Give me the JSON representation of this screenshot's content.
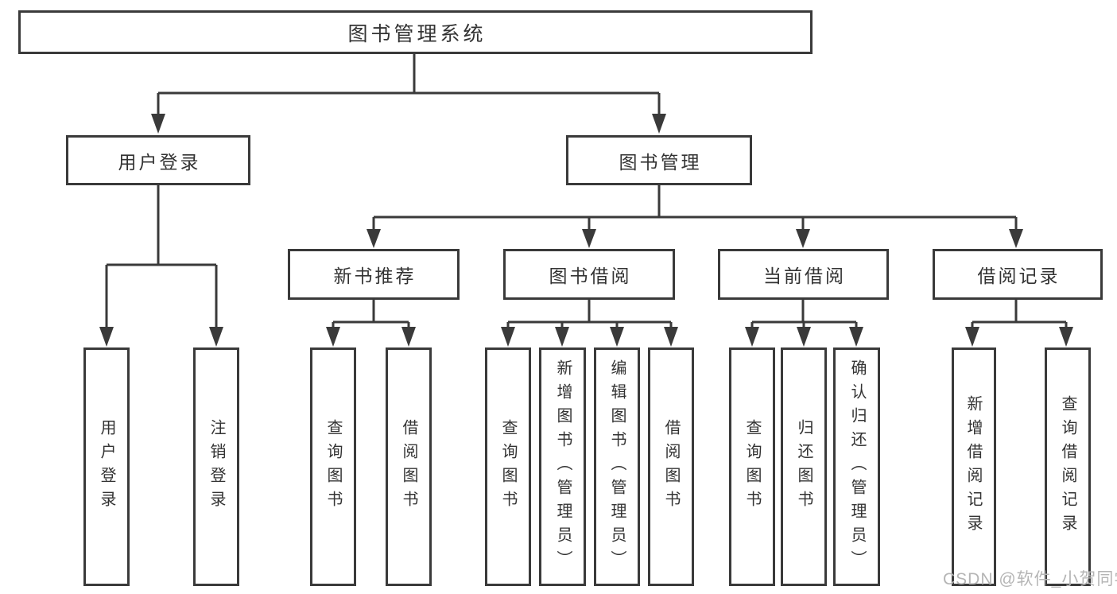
{
  "colors": {
    "line": "#3a3a3a",
    "text": "#333333",
    "background": "#ffffff",
    "watermark_color": "#b5b5b5"
  },
  "watermark": "CSDN @软件_小贺同学",
  "tree": {
    "root": {
      "label": "图书管理系统",
      "children": [
        {
          "label": "用户登录",
          "children": [
            {
              "label": "用户登录"
            },
            {
              "label": "注销登录"
            }
          ]
        },
        {
          "label": "图书管理",
          "children": [
            {
              "label": "新书推荐",
              "children": [
                {
                  "label": "查询图书"
                },
                {
                  "label": "借阅图书"
                }
              ]
            },
            {
              "label": "图书借阅",
              "children": [
                {
                  "label": "查询图书"
                },
                {
                  "label": "新增图书（管理员）"
                },
                {
                  "label": "编辑图书（管理员）"
                },
                {
                  "label": "借阅图书"
                }
              ]
            },
            {
              "label": "当前借阅",
              "children": [
                {
                  "label": "查询图书"
                },
                {
                  "label": "归还图书"
                },
                {
                  "label": "确认归还（管理员）"
                }
              ]
            },
            {
              "label": "借阅记录",
              "children": [
                {
                  "label": "新增借阅记录"
                },
                {
                  "label": "查询借阅记录"
                }
              ]
            }
          ]
        }
      ]
    }
  }
}
